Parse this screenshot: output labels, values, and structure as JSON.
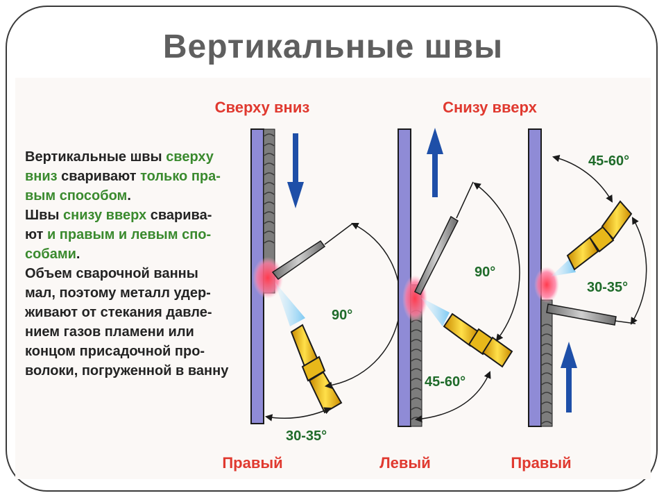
{
  "title": "Вертикальные швы",
  "description": {
    "lines": [
      [
        {
          "t": "Вертикальные швы ",
          "c": "black"
        },
        {
          "t": "сверху",
          "c": "green"
        }
      ],
      [
        {
          "t": "вниз",
          "c": "green"
        },
        {
          "t": " сваривают ",
          "c": "black"
        },
        {
          "t": "только пра-",
          "c": "green"
        }
      ],
      [
        {
          "t": "вым способом",
          "c": "green"
        },
        {
          "t": ".",
          "c": "black"
        }
      ],
      [
        {
          "t": "Швы ",
          "c": "black"
        },
        {
          "t": "снизу вверх",
          "c": "green"
        },
        {
          "t": " сварива-",
          "c": "black"
        }
      ],
      [
        {
          "t": "ют ",
          "c": "black"
        },
        {
          "t": "и правым и левым спо-",
          "c": "green"
        }
      ],
      [
        {
          "t": "собами",
          "c": "green"
        },
        {
          "t": ".",
          "c": "black"
        }
      ],
      [
        {
          "t": "Объем сварочной ванны",
          "c": "black"
        }
      ],
      [
        {
          "t": "мал, поэтому металл удер-",
          "c": "black"
        }
      ],
      [
        {
          "t": "живают от стекания давле-",
          "c": "black"
        }
      ],
      [
        {
          "t": "нием газов пламени или",
          "c": "black"
        }
      ],
      [
        {
          "t": "концом присадочной про-",
          "c": "black"
        }
      ],
      [
        {
          "t": "волоки, погруженной в ванну",
          "c": "black"
        }
      ]
    ]
  },
  "sections": {
    "top_down": "Сверху вниз",
    "bottom_up": "Снизу вверх"
  },
  "diagrams": [
    {
      "method": "Правый",
      "angle_large": "90°",
      "angle_small": "30-35°"
    },
    {
      "method": "Левый",
      "angle_large": "90°",
      "angle_small": "45-60°"
    },
    {
      "method": "Правый",
      "angle_large": "45-60°",
      "angle_small": "30-35°"
    }
  ],
  "colors": {
    "title": "#5f5f5f",
    "section_label": "#e0392f",
    "green_text": "#3a8a2e",
    "arrow": "#1e4fa8",
    "plate": "#8f8bd6",
    "torch": "#f0c21e",
    "label_text": "#1f6b2a"
  }
}
